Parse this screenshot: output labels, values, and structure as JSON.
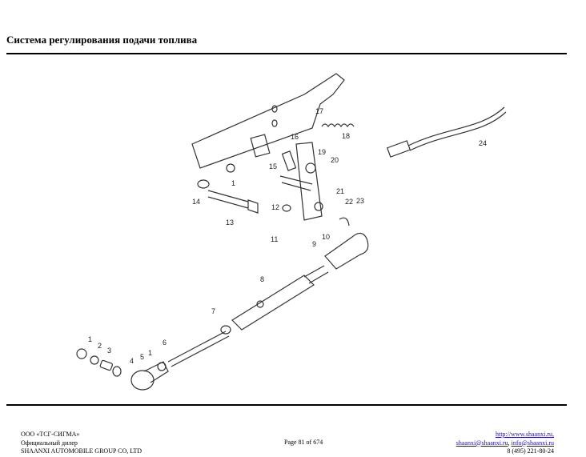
{
  "header": {
    "title": "Система регулирования подачи топлива"
  },
  "diagram": {
    "callouts": [
      "1",
      "2",
      "3",
      "4",
      "5",
      "1",
      "6",
      "7",
      "8",
      "9",
      "10",
      "11",
      "12",
      "1",
      "13",
      "14",
      "15",
      "16",
      "17",
      "18",
      "19",
      "20",
      "21",
      "22",
      "23",
      "24"
    ]
  },
  "footer": {
    "company": "ООО «ТСГ-СИГМА»",
    "dealer": "Официальный дилер",
    "manufacturer": "SHAANXI AUTOMOBILE GROUP CO, LTD",
    "page": "Page 81 of 674",
    "website": "http://www.shaanxi.ru,",
    "email1": "shaanxi@shaanxi.ru",
    "email2": "info@shaanxi.ru",
    "phone": "8 (495) 221-80-24"
  }
}
